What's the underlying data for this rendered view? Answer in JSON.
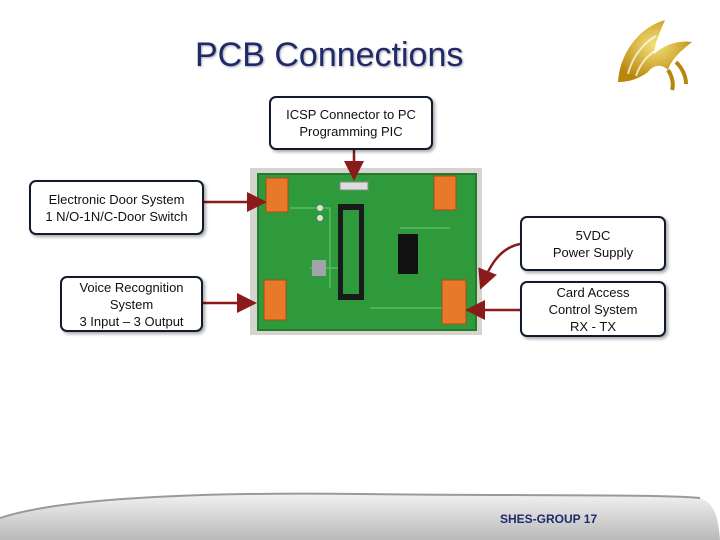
{
  "slide": {
    "title": "PCB  Connections",
    "footer": "SHES-GROUP 17"
  },
  "callouts": {
    "icsp": {
      "line1": "ICSP Connector to PC",
      "line2": "Programming PIC"
    },
    "door": {
      "line1": "Electronic Door System",
      "line2": "1 N/O-1N/C-Door Switch"
    },
    "voice": {
      "line1": "Voice Recognition",
      "line2": "System",
      "line3": "3 Input – 3 Output"
    },
    "power": {
      "line1": "5VDC",
      "line2": "Power Supply"
    },
    "card": {
      "line1": "Card Access",
      "line2": "Control System",
      "line3": "RX - TX"
    }
  },
  "colors": {
    "title": "#1f2a6b",
    "arrow": "#8b1a1a",
    "board_green": "#2f9a3c",
    "terminal_orange": "#e8782a"
  },
  "icons": {
    "logo": "pegasus-logo-icon"
  }
}
